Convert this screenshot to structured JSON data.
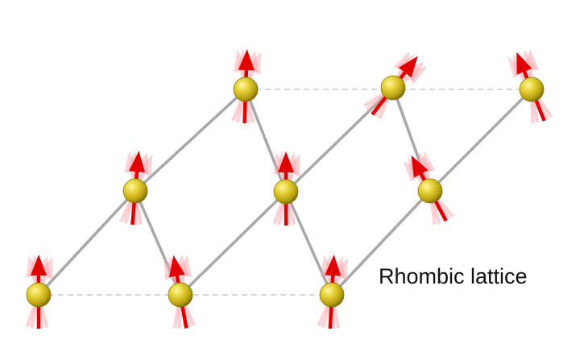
{
  "caption": "Rhombic lattice",
  "colors": {
    "bond": "#a8a8a8",
    "dashed_bond": "#c9c9c9",
    "spin": "#e00000",
    "spin_fluctuation": "#f4a0a8",
    "atom_light": "#fff7a0",
    "atom_mid": "#d8c12a",
    "atom_dark": "#6e5f00"
  },
  "lattice": {
    "type": "rhombic",
    "sites": [
      {
        "id": "a1",
        "spin_deg": 0
      },
      {
        "id": "a2",
        "spin_deg": 5
      },
      {
        "id": "a3",
        "spin_deg": 2
      },
      {
        "id": "b1",
        "spin_deg": -10
      },
      {
        "id": "b2",
        "spin_deg": 0
      },
      {
        "id": "b3",
        "spin_deg": 38
      },
      {
        "id": "c1",
        "spin_deg": 3
      },
      {
        "id": "c2",
        "spin_deg": -28
      },
      {
        "id": "c3",
        "spin_deg": -22
      }
    ]
  }
}
